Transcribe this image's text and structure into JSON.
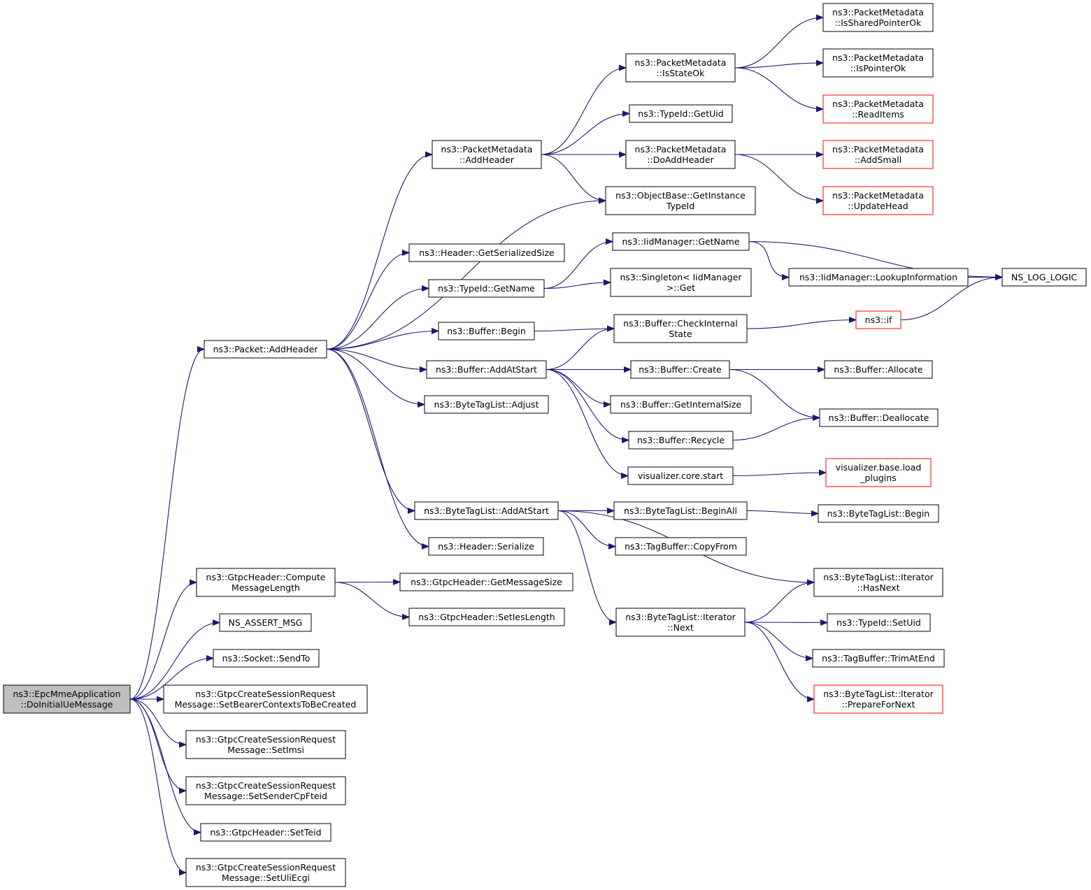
{
  "graph": {
    "title": "",
    "colors": {
      "edge": "#191970",
      "node_border": "#000000",
      "truncated_border": "#ff0000",
      "root_fill": "#bfbfbf"
    },
    "nodes": [
      {
        "id": "root",
        "lines": [
          "ns3::EpcMmeApplication",
          "::DoInitialUeMessage"
        ],
        "kind": "root"
      },
      {
        "id": "pkt_addheader",
        "lines": [
          "ns3::Packet::AddHeader"
        ]
      },
      {
        "id": "gtpc_compute",
        "lines": [
          "ns3::GtpcHeader::Compute",
          "MessageLength"
        ]
      },
      {
        "id": "ns_assert",
        "lines": [
          "NS_ASSERT_MSG"
        ]
      },
      {
        "id": "socket_sendto",
        "lines": [
          "ns3::Socket::SendTo"
        ]
      },
      {
        "id": "set_bearer",
        "lines": [
          "ns3::GtpcCreateSessionRequest",
          "Message::SetBearerContextsToBeCreated"
        ]
      },
      {
        "id": "set_imsi",
        "lines": [
          "ns3::GtpcCreateSessionRequest",
          "Message::SetImsi"
        ]
      },
      {
        "id": "set_sender",
        "lines": [
          "ns3::GtpcCreateSessionRequest",
          "Message::SetSenderCpFteid"
        ]
      },
      {
        "id": "set_teid",
        "lines": [
          "ns3::GtpcHeader::SetTeid"
        ]
      },
      {
        "id": "set_uli",
        "lines": [
          "ns3::GtpcCreateSessionRequest",
          "Message::SetUliEcgi"
        ]
      },
      {
        "id": "pm_addheader",
        "lines": [
          "ns3::PacketMetadata",
          "::AddHeader"
        ]
      },
      {
        "id": "hdr_getsize",
        "lines": [
          "ns3::Header::GetSerializedSize"
        ]
      },
      {
        "id": "typeid_getname",
        "lines": [
          "ns3::TypeId::GetName"
        ]
      },
      {
        "id": "buf_begin",
        "lines": [
          "ns3::Buffer::Begin"
        ]
      },
      {
        "id": "buf_addatstart",
        "lines": [
          "ns3::Buffer::AddAtStart"
        ]
      },
      {
        "id": "btl_adjust",
        "lines": [
          "ns3::ByteTagList::Adjust"
        ]
      },
      {
        "id": "btl_addatstart",
        "lines": [
          "ns3::ByteTagList::AddAtStart"
        ]
      },
      {
        "id": "hdr_serialize",
        "lines": [
          "ns3::Header::Serialize"
        ]
      },
      {
        "id": "gtpc_getmsgsize",
        "lines": [
          "ns3::GtpcHeader::GetMessageSize"
        ]
      },
      {
        "id": "gtpc_setieslen",
        "lines": [
          "ns3::GtpcHeader::SetIesLength"
        ]
      },
      {
        "id": "pm_isstateok",
        "lines": [
          "ns3::PacketMetadata",
          "::IsStateOk"
        ]
      },
      {
        "id": "typeid_getuid",
        "lines": [
          "ns3::TypeId::GetUid"
        ]
      },
      {
        "id": "pm_doaddheader",
        "lines": [
          "ns3::PacketMetadata",
          "::DoAddHeader"
        ]
      },
      {
        "id": "ob_getinstance",
        "lines": [
          "ns3::ObjectBase::GetInstance",
          "TypeId"
        ]
      },
      {
        "id": "iid_getname",
        "lines": [
          "ns3::IidManager::GetName"
        ]
      },
      {
        "id": "singleton_get",
        "lines": [
          "ns3::Singleton< IidManager",
          ">::Get"
        ]
      },
      {
        "id": "buf_checkinternal",
        "lines": [
          "ns3::Buffer::CheckInternal",
          "State"
        ]
      },
      {
        "id": "buf_create",
        "lines": [
          "ns3::Buffer::Create"
        ]
      },
      {
        "id": "buf_getinternalsize",
        "lines": [
          "ns3::Buffer::GetInternalSize"
        ]
      },
      {
        "id": "buf_recycle",
        "lines": [
          "ns3::Buffer::Recycle"
        ]
      },
      {
        "id": "vis_core_start",
        "lines": [
          "visualizer.core.start"
        ]
      },
      {
        "id": "btl_beginall",
        "lines": [
          "ns3::ByteTagList::BeginAll"
        ]
      },
      {
        "id": "tagbuf_copyfrom",
        "lines": [
          "ns3::TagBuffer::CopyFrom"
        ]
      },
      {
        "id": "btl_it_next",
        "lines": [
          "ns3::ByteTagList::Iterator",
          "::Next"
        ]
      },
      {
        "id": "pm_issharedptr",
        "lines": [
          "ns3::PacketMetadata",
          "::IsSharedPointerOk"
        ]
      },
      {
        "id": "pm_ispointerok",
        "lines": [
          "ns3::PacketMetadata",
          "::IsPointerOk"
        ]
      },
      {
        "id": "pm_readitems",
        "lines": [
          "ns3::PacketMetadata",
          "::ReadItems"
        ],
        "kind": "truncated"
      },
      {
        "id": "pm_addsmall",
        "lines": [
          "ns3::PacketMetadata",
          "::AddSmall"
        ],
        "kind": "truncated"
      },
      {
        "id": "pm_updatehead",
        "lines": [
          "ns3::PacketMetadata",
          "::UpdateHead"
        ],
        "kind": "truncated"
      },
      {
        "id": "iid_lookup",
        "lines": [
          "ns3::IidManager::LookupInformation"
        ]
      },
      {
        "id": "ns3_if",
        "lines": [
          "ns3::if"
        ],
        "kind": "truncated"
      },
      {
        "id": "buf_allocate",
        "lines": [
          "ns3::Buffer::Allocate"
        ]
      },
      {
        "id": "buf_deallocate",
        "lines": [
          "ns3::Buffer::Deallocate"
        ]
      },
      {
        "id": "vis_base_load",
        "lines": [
          "visualizer.base.load",
          "_plugins"
        ],
        "kind": "truncated"
      },
      {
        "id": "btl_begin",
        "lines": [
          "ns3::ByteTagList::Begin"
        ]
      },
      {
        "id": "btl_it_hasnext",
        "lines": [
          "ns3::ByteTagList::Iterator",
          "::HasNext"
        ]
      },
      {
        "id": "typeid_setuid",
        "lines": [
          "ns3::TypeId::SetUid"
        ]
      },
      {
        "id": "tagbuf_trimatend",
        "lines": [
          "ns3::TagBuffer::TrimAtEnd"
        ]
      },
      {
        "id": "btl_it_prepare",
        "lines": [
          "ns3::ByteTagList::Iterator",
          "::PrepareForNext"
        ],
        "kind": "truncated"
      },
      {
        "id": "ns_log_logic",
        "lines": [
          "NS_LOG_LOGIC"
        ]
      }
    ],
    "edges": [
      [
        "root",
        "pkt_addheader"
      ],
      [
        "root",
        "gtpc_compute"
      ],
      [
        "root",
        "ns_assert"
      ],
      [
        "root",
        "socket_sendto"
      ],
      [
        "root",
        "set_bearer"
      ],
      [
        "root",
        "set_imsi"
      ],
      [
        "root",
        "set_sender"
      ],
      [
        "root",
        "set_teid"
      ],
      [
        "root",
        "set_uli"
      ],
      [
        "pkt_addheader",
        "pm_addheader"
      ],
      [
        "pkt_addheader",
        "ob_getinstance"
      ],
      [
        "pkt_addheader",
        "hdr_getsize"
      ],
      [
        "pkt_addheader",
        "typeid_getname"
      ],
      [
        "pkt_addheader",
        "buf_begin"
      ],
      [
        "pkt_addheader",
        "buf_addatstart"
      ],
      [
        "pkt_addheader",
        "btl_adjust"
      ],
      [
        "pkt_addheader",
        "btl_addatstart"
      ],
      [
        "pkt_addheader",
        "hdr_serialize"
      ],
      [
        "gtpc_compute",
        "gtpc_getmsgsize"
      ],
      [
        "gtpc_compute",
        "gtpc_setieslen"
      ],
      [
        "pm_addheader",
        "pm_isstateok"
      ],
      [
        "pm_addheader",
        "typeid_getuid"
      ],
      [
        "pm_addheader",
        "pm_doaddheader"
      ],
      [
        "pm_addheader",
        "ob_getinstance"
      ],
      [
        "pm_isstateok",
        "pm_issharedptr"
      ],
      [
        "pm_isstateok",
        "pm_ispointerok"
      ],
      [
        "pm_isstateok",
        "pm_readitems"
      ],
      [
        "pm_doaddheader",
        "pm_addsmall"
      ],
      [
        "pm_doaddheader",
        "pm_updatehead"
      ],
      [
        "typeid_getname",
        "iid_getname"
      ],
      [
        "typeid_getname",
        "singleton_get"
      ],
      [
        "iid_getname",
        "iid_lookup"
      ],
      [
        "iid_getname",
        "ns_log_logic"
      ],
      [
        "iid_lookup",
        "ns_log_logic"
      ],
      [
        "buf_begin",
        "buf_checkinternal"
      ],
      [
        "buf_checkinternal",
        "ns3_if"
      ],
      [
        "ns3_if",
        "ns_log_logic"
      ],
      [
        "buf_addatstart",
        "buf_checkinternal"
      ],
      [
        "buf_addatstart",
        "buf_create"
      ],
      [
        "buf_addatstart",
        "buf_getinternalsize"
      ],
      [
        "buf_addatstart",
        "buf_recycle"
      ],
      [
        "buf_addatstart",
        "vis_core_start"
      ],
      [
        "buf_create",
        "buf_allocate"
      ],
      [
        "buf_create",
        "buf_deallocate"
      ],
      [
        "buf_recycle",
        "buf_deallocate"
      ],
      [
        "vis_core_start",
        "vis_base_load"
      ],
      [
        "btl_addatstart",
        "btl_beginall"
      ],
      [
        "btl_addatstart",
        "tagbuf_copyfrom"
      ],
      [
        "btl_addatstart",
        "btl_it_hasnext"
      ],
      [
        "btl_addatstart",
        "btl_it_next"
      ],
      [
        "btl_beginall",
        "btl_begin"
      ],
      [
        "btl_it_next",
        "btl_it_hasnext"
      ],
      [
        "btl_it_next",
        "typeid_setuid"
      ],
      [
        "btl_it_next",
        "tagbuf_trimatend"
      ],
      [
        "btl_it_next",
        "btl_it_prepare"
      ]
    ]
  }
}
